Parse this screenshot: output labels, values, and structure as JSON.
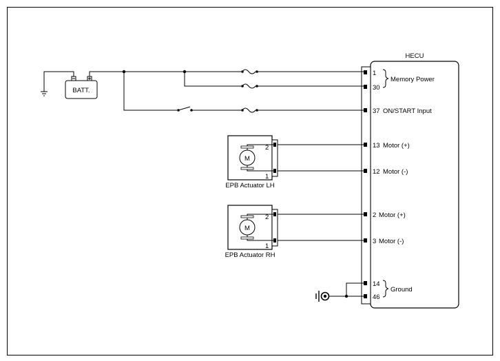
{
  "ecu": {
    "title": "HECU"
  },
  "battery": {
    "label": "BATT."
  },
  "pins": {
    "p1": "1",
    "p30": "30",
    "p37": "37",
    "p13": "13",
    "p12": "12",
    "p2": "2",
    "p3": "3",
    "p14": "14",
    "p46": "46"
  },
  "signals": {
    "memory_power": "Memory Power",
    "on_start": "ON/START Input",
    "motor_plus": "Motor (+)",
    "motor_minus": "Motor (-)",
    "ground": "Ground"
  },
  "actuators": [
    {
      "label": "EPB Actuator LH",
      "motor": "M",
      "pin_top": "2",
      "pin_bottom": "1"
    },
    {
      "label": "EPB Actuator RH",
      "motor": "M",
      "pin_top": "2",
      "pin_bottom": "1"
    }
  ]
}
